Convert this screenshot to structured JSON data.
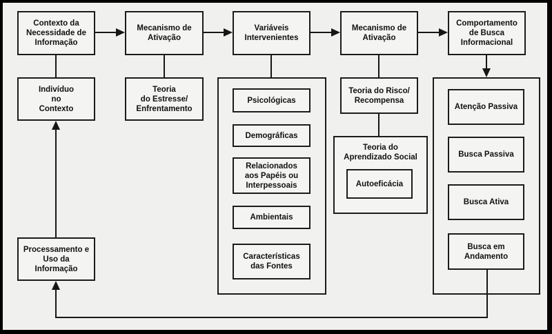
{
  "nodes": {
    "contexto": "Contexto da\nNecessidade de\nInformação",
    "mecanismo1": "Mecanismo de\nAtivação",
    "variaveis": "Variáveis\nIntervenientes",
    "mecanismo2": "Mecanismo de\nAtivação",
    "comportamento": "Comportamento\nde Busca\nInformacional",
    "individuo": "Indivíduo\nno\nContexto",
    "teoria_estresse": "Teoria\ndo Estresse/\nEnfrentamento",
    "teoria_risco": "Teoria do Risco/\nRecompensa",
    "teoria_aprendizado": "Teoria do\nAprendizado Social",
    "autoeficacia": "Autoeficácia",
    "psicologicas": "Psicológicas",
    "demograficas": "Demográficas",
    "relacionados": "Relacionados\naos Papéis ou\nInterpessoais",
    "ambientais": "Ambientais",
    "caracteristicas": "Características\ndas Fontes",
    "atencao_passiva": "Atenção Passiva",
    "busca_passiva": "Busca Passiva",
    "busca_ativa": "Busca Ativa",
    "busca_andamento": "Busca em\nAndamento",
    "processamento": "Processamento e\nUso da\nInformação"
  },
  "connections": [
    {
      "from": "contexto",
      "to": "mecanismo1",
      "arrow": true
    },
    {
      "from": "mecanismo1",
      "to": "variaveis",
      "arrow": true
    },
    {
      "from": "variaveis",
      "to": "mecanismo2",
      "arrow": true
    },
    {
      "from": "mecanismo2",
      "to": "comportamento",
      "arrow": true
    },
    {
      "from": "contexto",
      "to": "individuo",
      "arrow": false
    },
    {
      "from": "mecanismo1",
      "to": "teoria_estresse",
      "arrow": false
    },
    {
      "from": "variaveis",
      "to": "grupo_variaveis",
      "arrow": false
    },
    {
      "from": "mecanismo2",
      "to": "teoria_risco",
      "arrow": false
    },
    {
      "from": "teoria_risco",
      "to": "teoria_aprendizado",
      "arrow": false
    },
    {
      "from": "comportamento",
      "to": "grupo_busca",
      "arrow": true
    },
    {
      "from": "processamento",
      "to": "individuo",
      "arrow": true
    },
    {
      "from": "busca_andamento",
      "to": "processamento",
      "arrow": true
    }
  ],
  "colors": {
    "background": "#f0f0ef",
    "box_border": "#1b1b1b",
    "line": "#161616",
    "frame": "#000000"
  }
}
